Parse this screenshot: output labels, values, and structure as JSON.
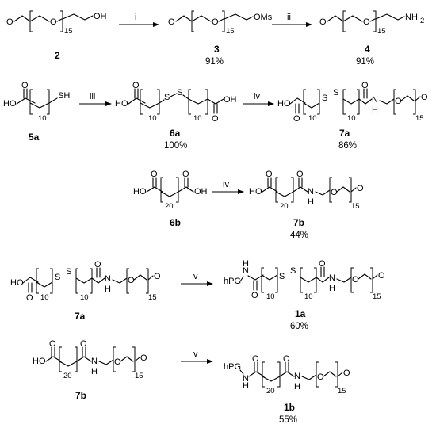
{
  "reagents": {
    "i": "i",
    "ii": "ii",
    "iii": "iii",
    "iv": "iv",
    "v": "v"
  },
  "atoms": {
    "O": "O",
    "S": "S",
    "N": "N",
    "H": "H",
    "OH": "OH",
    "HO": "HO",
    "SH": "SH",
    "Ms": "OMs",
    "NH2": "NH",
    "NH2_sub": "2",
    "hPG": "hPG"
  },
  "repeats": {
    "peg": "15",
    "c10": "10",
    "c20": "20"
  },
  "compounds": {
    "c2": {
      "label": "2"
    },
    "c3": {
      "label": "3",
      "yield": "91%"
    },
    "c4": {
      "label": "4",
      "yield": "91%"
    },
    "c5a": {
      "label": "5a"
    },
    "c6a": {
      "label": "6a",
      "yield": "100%"
    },
    "c7a": {
      "label": "7a",
      "yield": "86%"
    },
    "c6b": {
      "label": "6b"
    },
    "c7b": {
      "label": "7b",
      "yield": "44%"
    },
    "c7a2": {
      "label": "7a"
    },
    "c1a": {
      "label": "1a",
      "yield": "60%"
    },
    "c7b2": {
      "label": "7b"
    },
    "c1b": {
      "label": "1b",
      "yield": "55%"
    }
  }
}
